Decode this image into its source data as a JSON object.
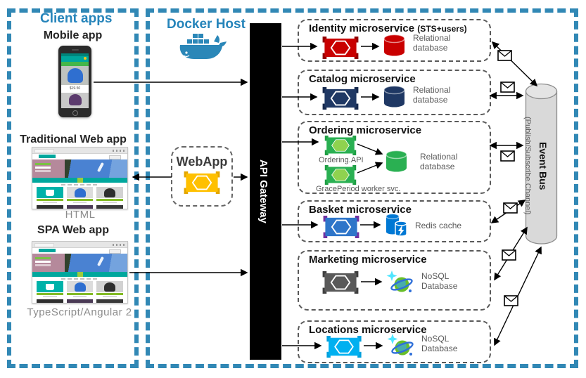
{
  "client_apps": {
    "title": "Client apps",
    "mobile": {
      "label": "Mobile app",
      "price": "$19.50"
    },
    "web": {
      "label": "Traditional Web app",
      "caption": "HTML"
    },
    "spa": {
      "label": "SPA Web app",
      "caption": "TypeScript/Angular 2"
    }
  },
  "docker_host": {
    "title": "Docker Host"
  },
  "webapp": {
    "label": "WebApp"
  },
  "api_gateway": {
    "label": "API Gateway"
  },
  "services": [
    {
      "name": "identity",
      "title": "Identity microservice",
      "suffix": "(STS+users)",
      "datastore": "Relational database",
      "color": "#C90000"
    },
    {
      "name": "catalog",
      "title": "Catalog microservice",
      "suffix": "",
      "datastore": "Relational database",
      "color": "#1F3864"
    },
    {
      "name": "ordering",
      "title": "Ordering microservice",
      "suffix": "",
      "datastore": "Relational database",
      "color": "#2AB052",
      "containers": [
        "Ordering.API",
        "GracePeriod worker svc."
      ]
    },
    {
      "name": "basket",
      "title": "Basket microservice",
      "suffix": "",
      "datastore": "Redis cache",
      "color": "#2E75C9"
    },
    {
      "name": "marketing",
      "title": "Marketing microservice",
      "suffix": "",
      "datastore": "NoSQL Database",
      "color": "#595959"
    },
    {
      "name": "locations",
      "title": "Locations microservice",
      "suffix": "",
      "datastore": "NoSQL Database",
      "color": "#00B0F0"
    }
  ],
  "event_bus": {
    "title": "Event Bus",
    "subtitle": "(Publish/Subscribe Channel)"
  },
  "colors": {
    "frame_blue": "#3188B5",
    "heading_blue": "#2584BA",
    "gateway_black": "#000000",
    "webapp_yellow": "#FFC000",
    "basket_bracket_purple": "#7030A0",
    "event_bus_gray": "#D9D9D9",
    "label_gray": "#595959",
    "shop_teal": "#00A79D",
    "buy_green": "#83BB26"
  }
}
